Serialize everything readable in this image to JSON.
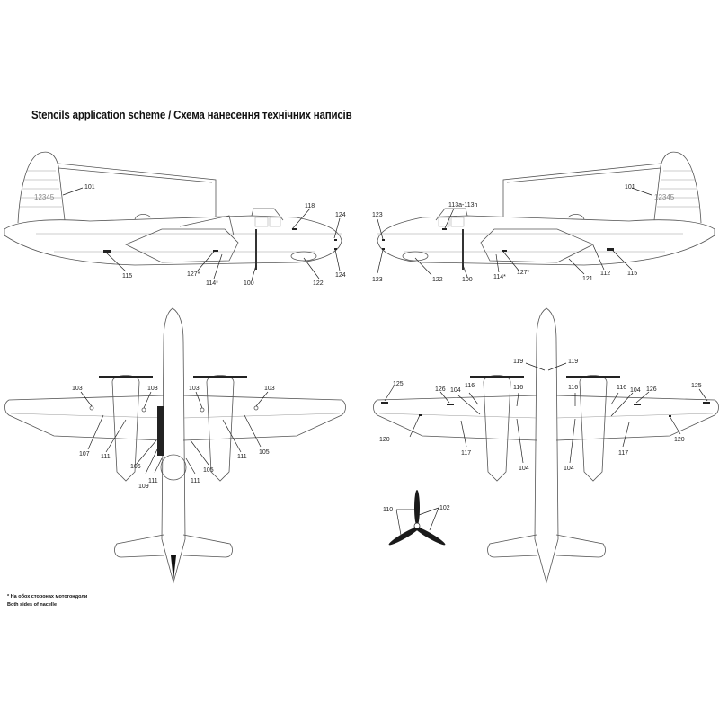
{
  "title": "Stencils application scheme / Схема нанесення технічних написів",
  "footnote": {
    "line1": "* На обох сторонах мотогондоли",
    "line2": "Both sides of nacelle"
  },
  "serial_number": "12345",
  "views": {
    "left_side": {
      "labels": [
        "101",
        "118",
        "124",
        "124",
        "115",
        "127*",
        "114*",
        "100",
        "122"
      ]
    },
    "right_side": {
      "labels": [
        "123",
        "123",
        "113a-113h",
        "101",
        "122",
        "100",
        "114*",
        "127*",
        "121",
        "112",
        "115"
      ]
    },
    "top": {
      "labels": [
        "103",
        "103",
        "103",
        "103",
        "107",
        "111",
        "106",
        "109",
        "111",
        "111",
        "105",
        "111",
        "105"
      ]
    },
    "bottom": {
      "labels": [
        "119",
        "119",
        "125",
        "126",
        "104",
        "116",
        "116",
        "116",
        "116",
        "104",
        "126",
        "125",
        "120",
        "117",
        "104",
        "104",
        "117",
        "120"
      ]
    },
    "propeller": {
      "labels": [
        "110",
        "102"
      ]
    }
  }
}
